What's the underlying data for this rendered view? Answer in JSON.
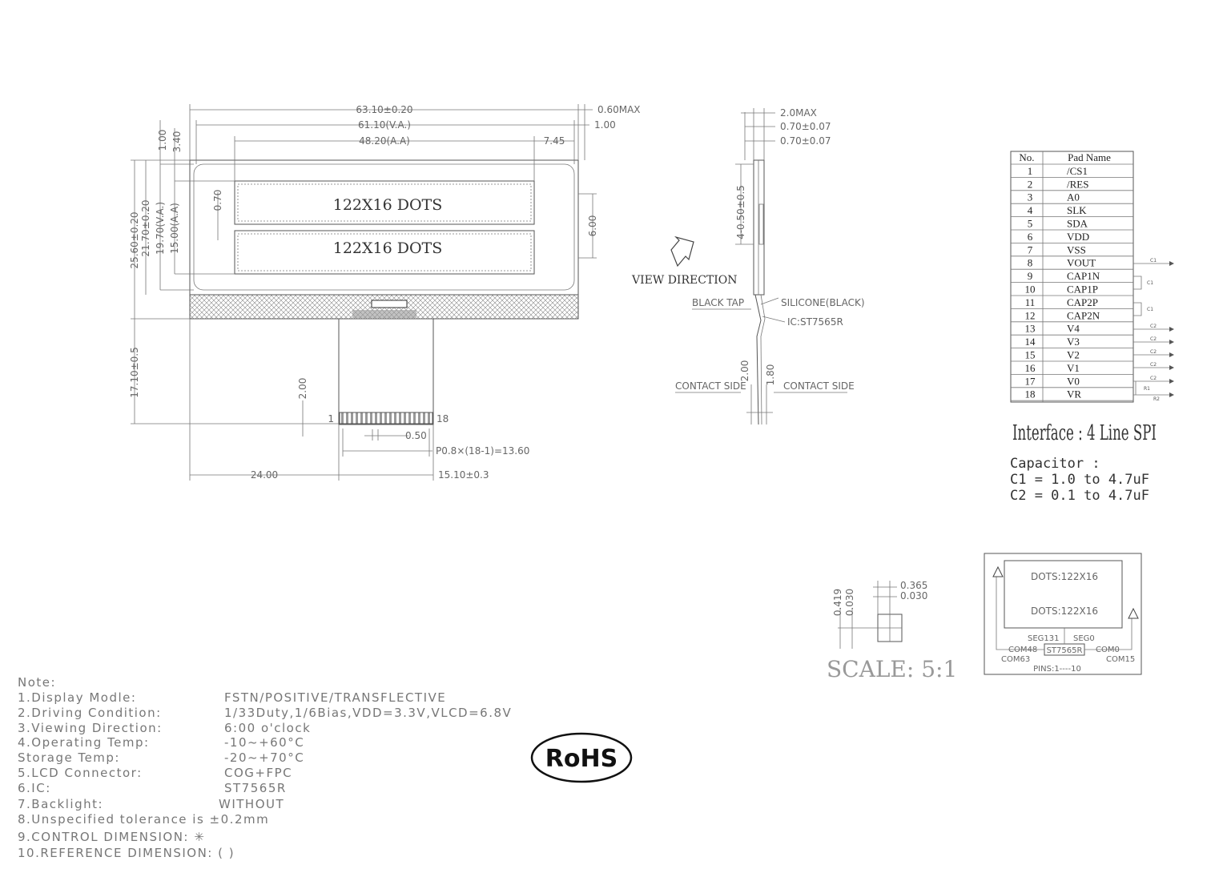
{
  "front_view": {
    "dim_width": "63.10±0.20",
    "dim_va_width": "61.10(V.A.)",
    "dim_aa_width": "48.20(A.A)",
    "dim_offset": "7.45",
    "dim_max": "0.60MAX",
    "dim_1": "1.00",
    "dim_top_a": "1.00",
    "dim_top_b": "3.40",
    "dim_height": "25.60±0.20",
    "dim_h2": "21.70±0.20",
    "dim_va_h": "19.70(V.A.)",
    "dim_aa_h": "15.00(A.A)",
    "dim_gap": "0.70",
    "dim_side": "6.00",
    "dots_line1": "122X16  DOTS",
    "dots_line2": "122X16  DOTS",
    "fpc_length": "17.10±0.5",
    "fpc_tail": "2.00",
    "pin_first": "1",
    "pin_last": "18",
    "pin_width": "0.50",
    "pitch": "P0.8×(18-1)=13.60",
    "fpc_left": "24.00",
    "fpc_width": "15.10±0.3"
  },
  "side_view": {
    "dim_a": "2.0MAX",
    "dim_b": "0.70±0.07",
    "dim_c": "0.70±0.07",
    "dim_d": "4-0.50±0.5",
    "view_direction": "VIEW DIRECTION",
    "black_tap": "BLACK TAP",
    "silicone": "SILICONE(BLACK)",
    "ic": "IC:ST7565R",
    "contact_left": "CONTACT SIDE",
    "contact_right": "CONTACT SIDE",
    "dim_e": "2.00",
    "dim_f": "1.80"
  },
  "pad_table": {
    "headers": [
      "No.",
      "Pad Name"
    ],
    "rows": [
      [
        "1",
        "/CS1"
      ],
      [
        "2",
        "/RES"
      ],
      [
        "3",
        "A0"
      ],
      [
        "4",
        "SLK"
      ],
      [
        "5",
        "SDA"
      ],
      [
        "6",
        "VDD"
      ],
      [
        "7",
        "VSS"
      ],
      [
        "8",
        "VOUT"
      ],
      [
        "9",
        "CAP1N"
      ],
      [
        "10",
        "CAP1P"
      ],
      [
        "11",
        "CAP2P"
      ],
      [
        "12",
        "CAP2N"
      ],
      [
        "13",
        "V4"
      ],
      [
        "14",
        "V3"
      ],
      [
        "15",
        "V2"
      ],
      [
        "16",
        "V1"
      ],
      [
        "17",
        "V0"
      ],
      [
        "18",
        "VR"
      ]
    ],
    "cap_labels": [
      "C1",
      "C1",
      "C1",
      "C2",
      "C2",
      "C2",
      "C2",
      "C2",
      "R1",
      "R2"
    ]
  },
  "interface": "Interface : 4 Line SPI",
  "capacitor": {
    "title": "Capacitor :",
    "c1": "C1 = 1.0 to 4.7uF",
    "c2": "C2 = 0.1 to 4.7uF"
  },
  "scale_detail": {
    "dim_a": "0.365",
    "dim_b": "0.030",
    "dim_c": "0.419",
    "dim_d": "0.030",
    "scale": "SCALE:  5:1"
  },
  "block_diagram": {
    "dots1": "DOTS:122X16",
    "dots2": "DOTS:122X16",
    "seg131": "SEG131",
    "seg0": "SEG0",
    "com48": "COM48",
    "ic": "ST7565R",
    "com0": "COM0",
    "com63": "COM63",
    "com15": "COM15",
    "pins": "PINS:1----10"
  },
  "notes": {
    "title": "Note:",
    "items": [
      {
        "label": "1.Display Modle:",
        "value": "FSTN/POSITIVE/TRANSFLECTIVE"
      },
      {
        "label": "2.Driving Condition:",
        "value": "1/33Duty,1/6Bias,VDD=3.3V,VLCD=6.8V"
      },
      {
        "label": "3.Viewing Direction:",
        "value": "6:00 o'clock"
      },
      {
        "label": "4.Operating Temp:",
        "value": "-10~+60°C"
      },
      {
        "label": " Storage Temp:",
        "value": "-20~+70°C"
      },
      {
        "label": "5.LCD Connector:",
        "value": "COG+FPC"
      },
      {
        "label": "6.IC:",
        "value": "ST7565R"
      },
      {
        "label": "7.Backlight:",
        "value": "WITHOUT"
      }
    ],
    "item8": "8.Unspecified tolerance is ±0.2mm",
    "item9": "9.CONTROL DIMENSION:  ✳",
    "item10": "10.REFERENCE DIMENSION: ( )"
  },
  "rohs": "RoHS"
}
